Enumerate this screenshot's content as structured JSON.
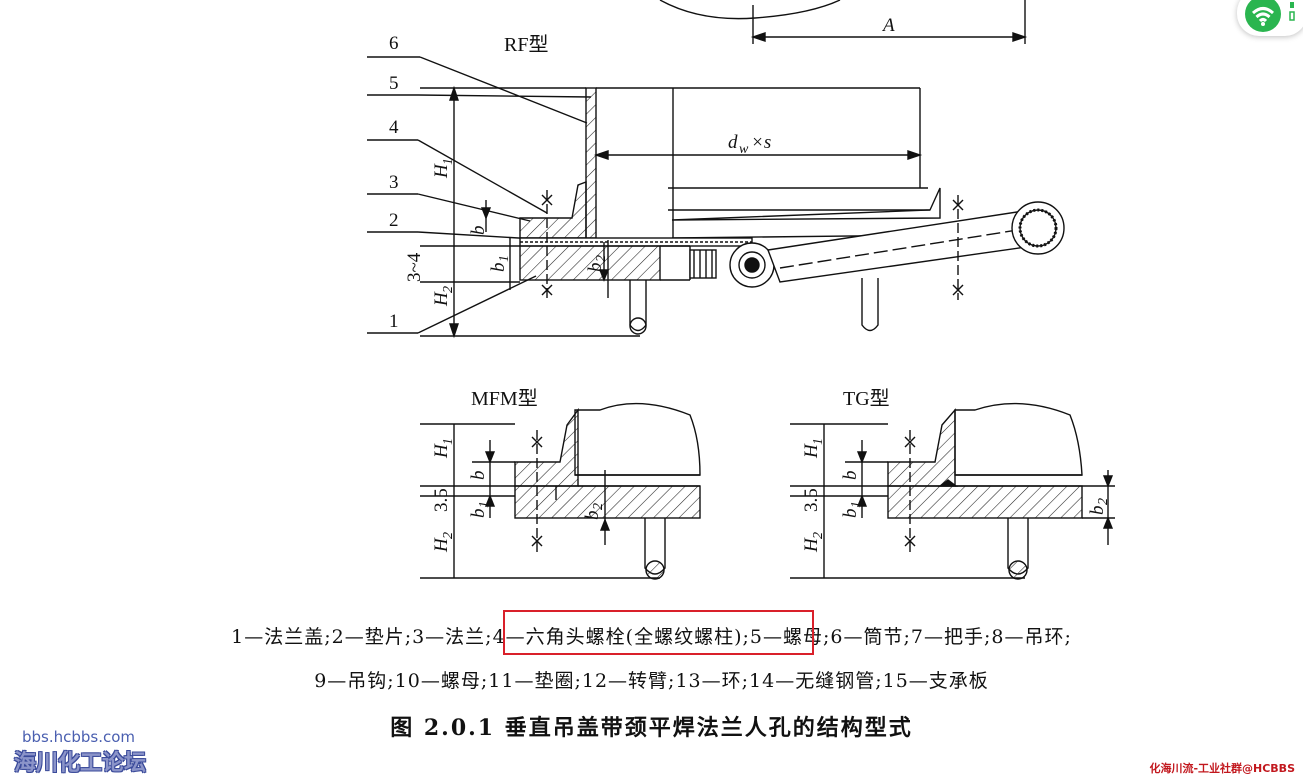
{
  "labels": {
    "rf_title": "RF型",
    "mfm_title": "MFM型",
    "tg_title": "TG型",
    "A": "A",
    "dws_d": "d",
    "dws_w": "w",
    "dws_rest": "×s",
    "H1": "H",
    "H2": "H",
    "sub1": "1",
    "sub2": "2",
    "b": "b",
    "b1": "b",
    "b2": "b",
    "range": "3~4",
    "gap": "3.5",
    "n1": "1",
    "n2": "2",
    "n3": "3",
    "n4": "4",
    "n5": "5",
    "n6": "6"
  },
  "caption": {
    "line1_part1": "1—法兰盖;2—垫片;3—法兰;",
    "line1_highlight": "4—六角头螺栓(全螺纹螺柱)",
    "line1_part2": ";5—螺母;6—筒节;7—把手;8—吊环;",
    "line2": "9—吊钩;10—螺母;11—垫圈;12—转臂;13—环;14—无缝钢管;15—支承板",
    "figure_title": "图 2.0.1   垂直吊盖带颈平焊法兰人孔的结构型式"
  },
  "watermark": {
    "site": "bbs.hcbbs.com",
    "forum": "海川化工论坛",
    "corner": "化海川流-工业社群@HCBBS"
  },
  "colors": {
    "highlight_box": "#d9202a",
    "wifi_badge": "#2ab54f"
  },
  "icons": {
    "status": "wifi-icon"
  }
}
